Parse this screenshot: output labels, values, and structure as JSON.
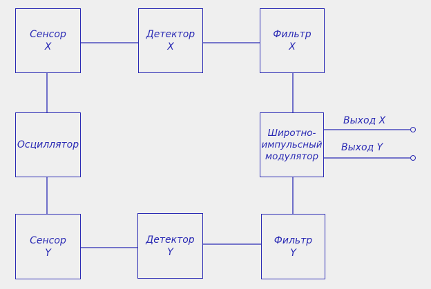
{
  "blocks": {
    "sensor_x": {
      "line1": "Сенсор",
      "line2": "X"
    },
    "detector_x": {
      "line1": "Детектор",
      "line2": "X"
    },
    "filter_x": {
      "line1": "Фильтр",
      "line2": "X"
    },
    "oscillator": {
      "line1": "Осциллятор"
    },
    "pwm": {
      "line1": "Широтно-",
      "line2": "импульсный",
      "line3": "модулятор"
    },
    "sensor_y": {
      "line1": "Сенсор",
      "line2": "Y"
    },
    "detector_y": {
      "line1": "Детектор",
      "line2": "Y"
    },
    "filter_y": {
      "line1": "Фильтр",
      "line2": "Y"
    }
  },
  "outputs": {
    "x_label": "Выход X",
    "y_label": "Выход Y"
  },
  "colors": {
    "line": "#2a2ab4",
    "background": "#efefef"
  }
}
